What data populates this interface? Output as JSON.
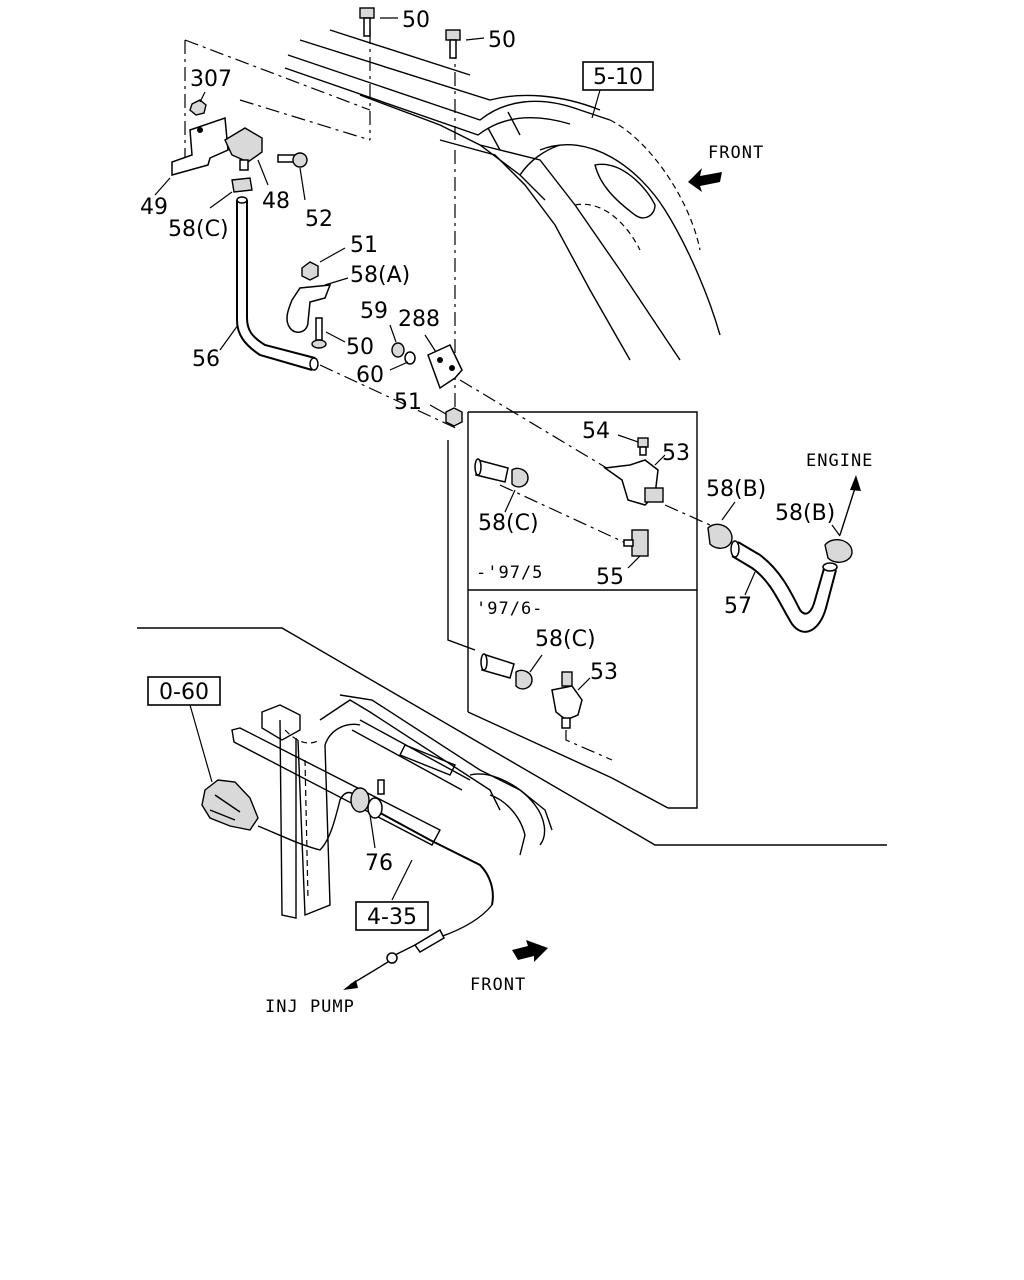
{
  "callouts": {
    "c50a": "50",
    "c50b": "50",
    "c307": "307",
    "c49": "49",
    "c48": "48",
    "c52": "52",
    "c58c_top": "58(C)",
    "c51a": "51",
    "c58a": "58(A)",
    "c59": "59",
    "c288": "288",
    "c50c": "50",
    "c56": "56",
    "c60": "60",
    "c51b": "51",
    "c54": "54",
    "c53a": "53",
    "c58c_mid": "58(C)",
    "c55": "55",
    "c58b_a": "58(B)",
    "c58b_b": "58(B)",
    "c57": "57",
    "c58c_low": "58(C)",
    "c53b": "53",
    "c76": "76"
  },
  "refs": {
    "r510": "5-10",
    "r060": "0-60",
    "r435": "4-35"
  },
  "labels": {
    "front_top": "FRONT",
    "front_bottom": "FRONT",
    "engine": "ENGINE",
    "inj_pump": "INJ PUMP",
    "period_a": "-'97/5",
    "period_b": "'97/6-"
  }
}
